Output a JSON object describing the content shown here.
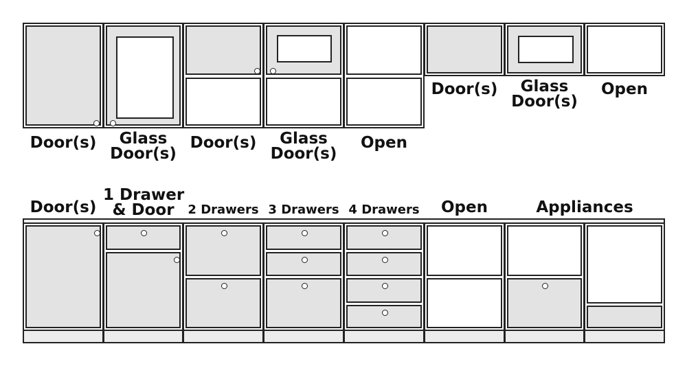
{
  "upper_cabinets": {
    "tall_labels": {
      "doors": "Door(s)",
      "glass_doors": "Glass\nDoor(s)"
    },
    "stacked_labels": {
      "doors": "Door(s)",
      "glass_doors": "Glass\nDoor(s)",
      "open": "Open"
    },
    "short_labels": {
      "doors": "Door(s)",
      "glass_doors": "Glass\nDoor(s)",
      "open": "Open"
    }
  },
  "base_cabinets": {
    "labels": {
      "doors": "Door(s)",
      "drawer_door": "1 Drawer\n& Door",
      "two_drawers": "2 Drawers",
      "three_drawers": "3 Drawers",
      "four_drawers": "4 Drawers",
      "open": "Open",
      "appliances": "Appliances"
    }
  },
  "colors": {
    "panel_fill": "#e3e3e3",
    "outline": "#222222",
    "background": "#ffffff"
  }
}
